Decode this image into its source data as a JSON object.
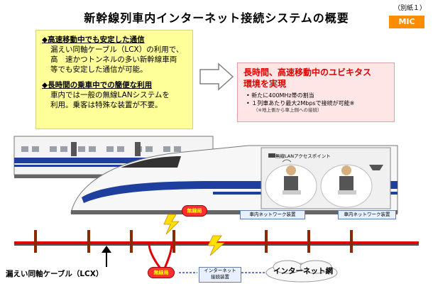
{
  "header": {
    "title": "新幹線列車内インターネット接続システムの概要",
    "corner_note": "（別紙１）",
    "badge": "MIC"
  },
  "left_box": {
    "point1_title": "◆高速移動中でも安定した通信",
    "point1_body": [
      "漏えい同軸ケーブル（LCX）の利用で、",
      "高　速かつトンネルの多い新幹線車両",
      "等でも安定した通信が可能。"
    ],
    "point2_title": "◆長時間の乗車中での簡便な利用",
    "point2_body": [
      "車内では一般の無線LANシステムを",
      "利用。乗客は特殊な装置が不要。"
    ]
  },
  "right_box": {
    "headline": [
      "長時間、高速移動中のユビキタス",
      "環境を実現"
    ],
    "items": [
      "新たに400MHz帯の割当",
      "１列車あたり最大2Mbpsで接続が可能※"
    ],
    "note": "（※地上側から車上側への接続）"
  },
  "diagram": {
    "ap_label": "無線LANアクセスポイント",
    "onboard_net_1": "車内ネットワーク装置",
    "onboard_net_2": "車内ネットワーク装置",
    "radio_station_train": "無線局",
    "radio_station_ground": "無線局",
    "internet_device": [
      "インターネット",
      "接続装置"
    ],
    "internet_cloud": "インターネット網",
    "lcx_label": "漏えい同軸ケーブル（LCX）"
  },
  "colors": {
    "badge": "#ff8c00",
    "left_box_bg": "#ffff99",
    "right_box_bg": "#ffe6e6",
    "headline_text": "#e00000",
    "train_stripe": "#1e3f9e",
    "lcx_cable": "#e00000"
  }
}
